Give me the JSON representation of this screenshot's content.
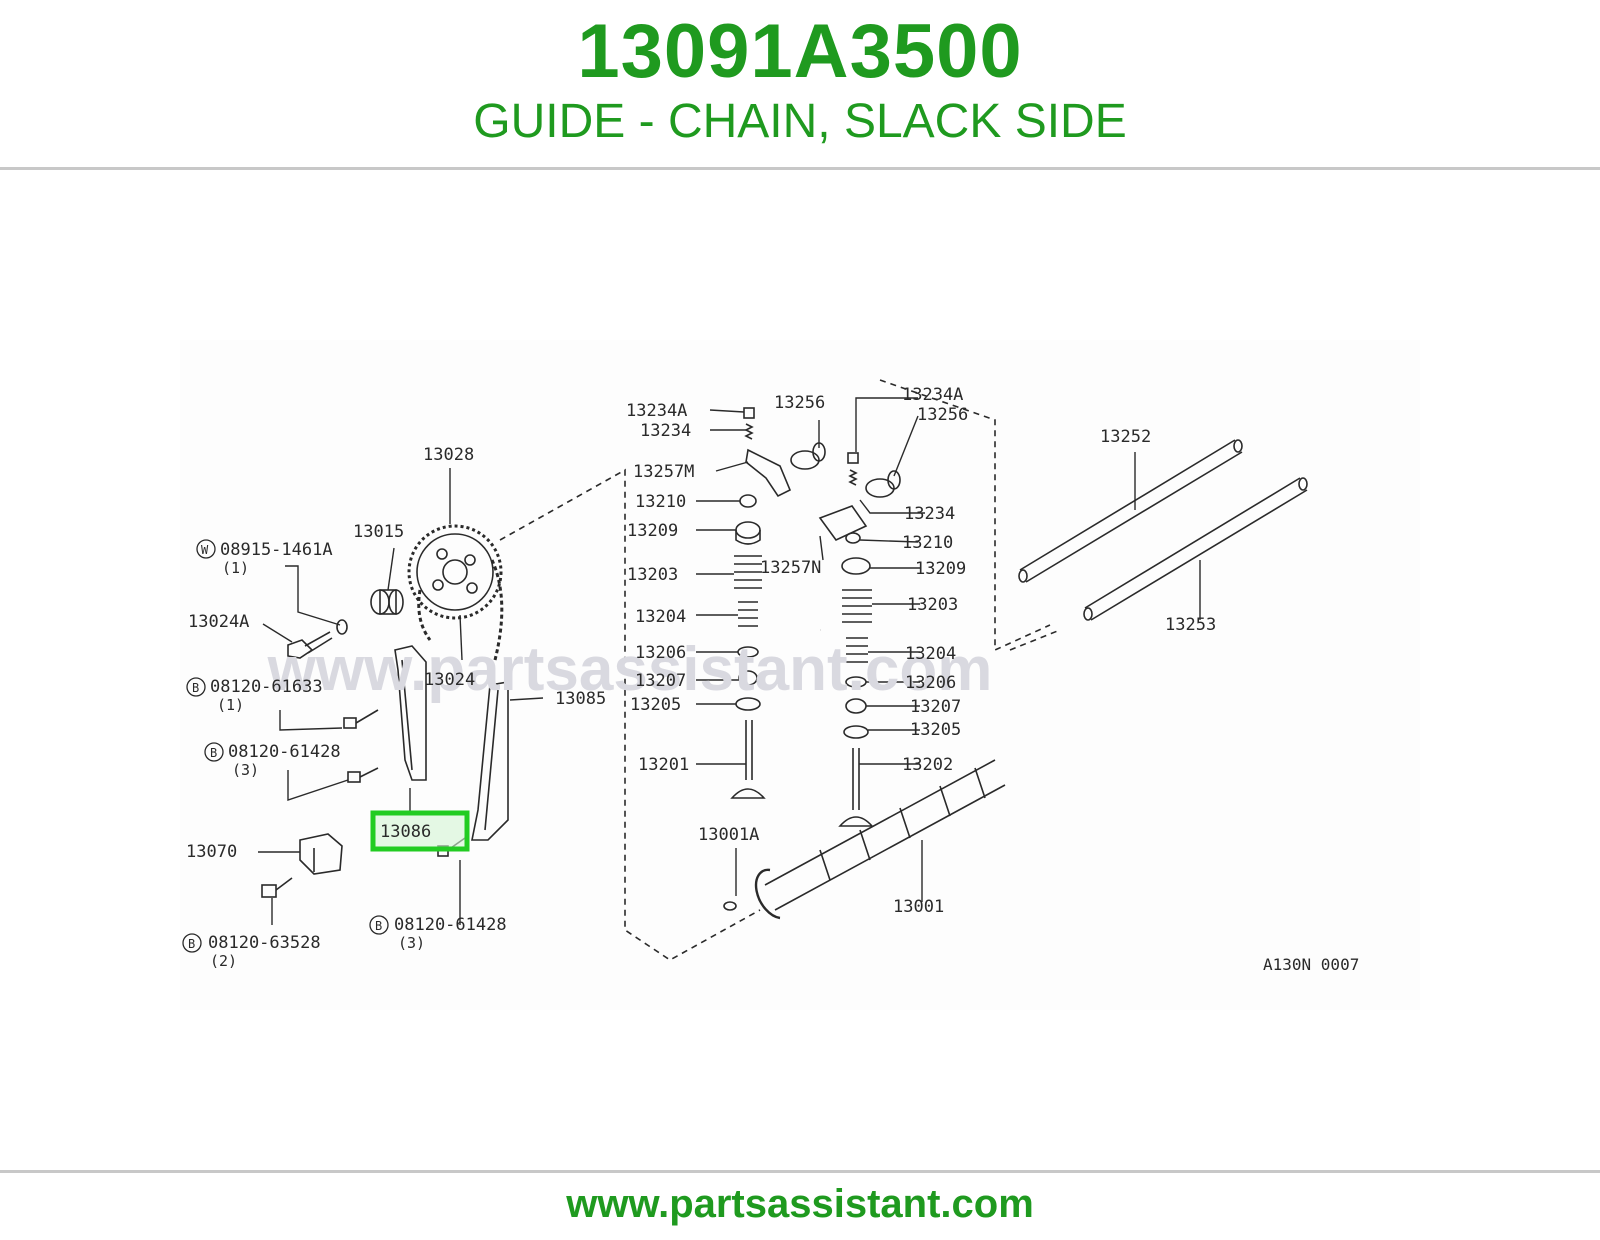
{
  "header": {
    "part_number": "13091A3500",
    "description": "GUIDE - CHAIN, SLACK SIDE"
  },
  "diagram": {
    "watermark": "www.partsassistant.com",
    "figure_code": "A130N 0007",
    "highlighted_callout": "13086",
    "callouts": {
      "c13028": "13028",
      "c13015": "13015",
      "c08915": "08915-1461A",
      "c08915_qty": "(1)",
      "c08915_prefix": "W",
      "c13024a": "13024A",
      "c13024": "13024",
      "c08120_61633": "08120-61633",
      "c08120_61633_qty": "(1)",
      "c08120_61428a": "08120-61428",
      "c08120_61428a_qty": "(3)",
      "c13085": "13085",
      "c13070": "13070",
      "c08120_63528": "08120-63528",
      "c08120_63528_qty": "(2)",
      "c08120_61428b": "08120-61428",
      "c08120_61428b_qty": "(3)",
      "bolt_prefix": "B",
      "l13234a": "13234A",
      "l13234": "13234",
      "l13257m": "13257M",
      "l13210": "13210",
      "l13209": "13209",
      "l13203": "13203",
      "l13204": "13204",
      "l13206": "13206",
      "l13207": "13207",
      "l13205": "13205",
      "l13201": "13201",
      "l13001a": "13001A",
      "l13256": "13256",
      "r13234a": "13234A",
      "r13256": "13256",
      "r13234": "13234",
      "r13210": "13210",
      "r13257n": "13257N",
      "r13209": "13209",
      "r13203": "13203",
      "r13204": "13204",
      "r13206": "13206",
      "r13207": "13207",
      "r13205": "13205",
      "r13202": "13202",
      "c13001": "13001",
      "c13252": "13252",
      "c13253": "13253"
    }
  },
  "footer": {
    "url": "www.partsassistant.com"
  },
  "colors": {
    "brand_green": "#1f9a1f",
    "highlight_green": "#22cc22",
    "rule_gray": "#c8c8c8",
    "line_color": "#2a2a2a"
  }
}
